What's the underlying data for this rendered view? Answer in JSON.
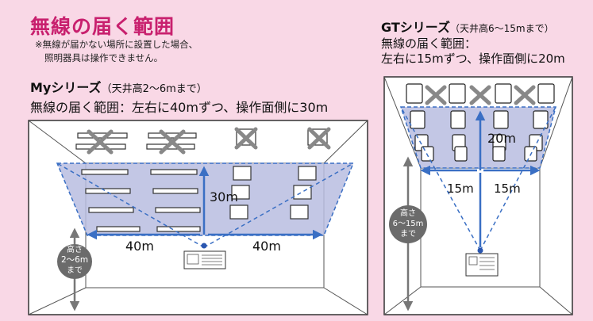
{
  "left": {
    "title": "無線の届く範囲",
    "note_line1": "※無線が届かない場所に設置した場合、",
    "note_line2": "照明器具は操作できません。",
    "series_name": "Myシリーズ",
    "series_note": "（天井高2〜6mまで）",
    "range_desc": "無線の届く範囲：左右に40mずつ、操作面側に30m",
    "dim_depth": "30m",
    "dim_left": "40m",
    "dim_right": "40m",
    "height_l1": "高さ",
    "height_l2": "2〜6m",
    "height_l3": "まで"
  },
  "right": {
    "series_name": "GTシリーズ",
    "series_note": "（天井高6〜15mまで）",
    "range_line1": "無線の届く範囲：",
    "range_line2": "左右に15mずつ、操作面側に20m",
    "dim_depth": "20m",
    "dim_left": "15m",
    "dim_right": "15m",
    "height_l1": "高さ",
    "height_l2": "6〜15m",
    "height_l3": "まで"
  },
  "colors": {
    "title": "#c8206e",
    "background": "#f9d8e6",
    "arrow": "#3a6fc4",
    "range_fill": "#b9bde0",
    "cross": "#888888"
  }
}
